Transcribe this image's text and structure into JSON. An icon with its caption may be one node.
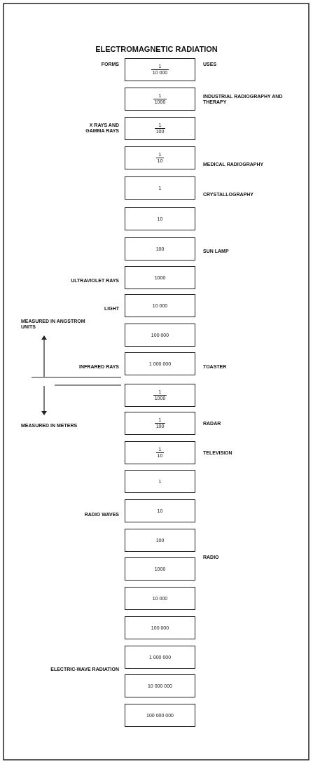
{
  "diagram": {
    "title": "ELECTROMAGNETIC RADIATION",
    "nodes": [
      {
        "text": [
          "1",
          "10 000"
        ]
      },
      {
        "text": [
          "1",
          "1000"
        ]
      },
      {
        "text": [
          "1",
          "100"
        ]
      },
      {
        "text": [
          "1",
          "10"
        ]
      },
      {
        "text": [
          "1"
        ]
      },
      {
        "text": [
          "10"
        ]
      },
      {
        "text": [
          "100"
        ]
      },
      {
        "text": [
          "1000"
        ]
      },
      {
        "text": [
          "10 000"
        ]
      },
      {
        "text": [
          "100 000"
        ]
      },
      {
        "text": [
          "1 000 000"
        ]
      },
      {
        "text": [
          "1",
          "1000"
        ]
      },
      {
        "text": [
          "1",
          "100"
        ]
      },
      {
        "text": [
          "1",
          "10"
        ]
      },
      {
        "text": [
          "1"
        ]
      },
      {
        "text": [
          "10"
        ]
      },
      {
        "text": [
          "100"
        ]
      },
      {
        "text": [
          "1000"
        ]
      },
      {
        "text": [
          "10 000"
        ]
      },
      {
        "text": [
          "100 000"
        ]
      },
      {
        "text": [
          "1 000 000"
        ]
      },
      {
        "text": [
          "10 000 000"
        ]
      },
      {
        "text": [
          "100 000 000"
        ]
      }
    ],
    "labels": [
      "FORMS",
      "USES",
      "INDUSTRIAL RADIOGRAPHY AND THERAPY",
      "X RAYS AND GAMMA RAYS",
      "MEDICAL RADIOGRAPHY",
      "CRYSTALLOGRAPHY",
      "SUN LAMP",
      "ULTRAVIOLET RAYS",
      "LIGHT",
      "MEASURED IN ANGSTROM UNITS",
      "INFRARED RAYS",
      "TOASTER",
      "MEASURED IN METERS",
      "RADAR",
      "TELEVISION",
      "RADIO WAVES",
      "RADIO",
      "ELECTRIC-WAVE RADIATION"
    ]
  }
}
